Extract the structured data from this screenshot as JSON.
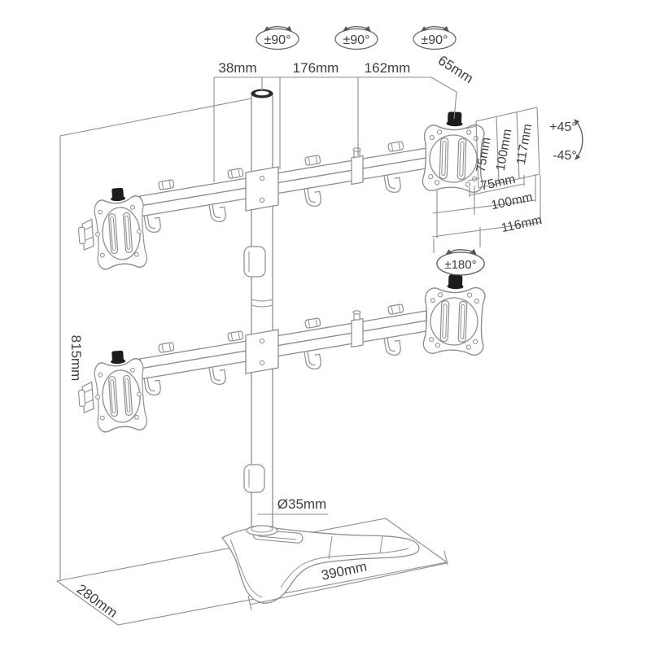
{
  "meta": {
    "description": "Technical line drawing of a quad-monitor free-standing desk mount with dimensions",
    "canvas": "800x800"
  },
  "colors": {
    "background": "#ffffff",
    "line": "#8d8d8d",
    "line_dark": "#5f5f5f",
    "text": "#3e3e3e",
    "knob": "#1c1c1c"
  },
  "rotation_labels": {
    "arm_swivel": [
      "±90°",
      "±90°",
      "±90°"
    ],
    "tilt_up": "+45°",
    "tilt_down": "-45°",
    "vesa_rotation": "±180°"
  },
  "dimensions": {
    "top_offsets": [
      "38mm",
      "176mm",
      "162mm",
      "65mm"
    ],
    "vesa_plate_vertical": [
      "75mm",
      "100mm",
      "117mm"
    ],
    "vesa_plate_horizontal": [
      "75mm",
      "100mm",
      "116mm"
    ],
    "pole_height": "815mm",
    "pole_diameter": "Ø35mm",
    "base_length": "390mm",
    "base_depth": "280mm"
  }
}
